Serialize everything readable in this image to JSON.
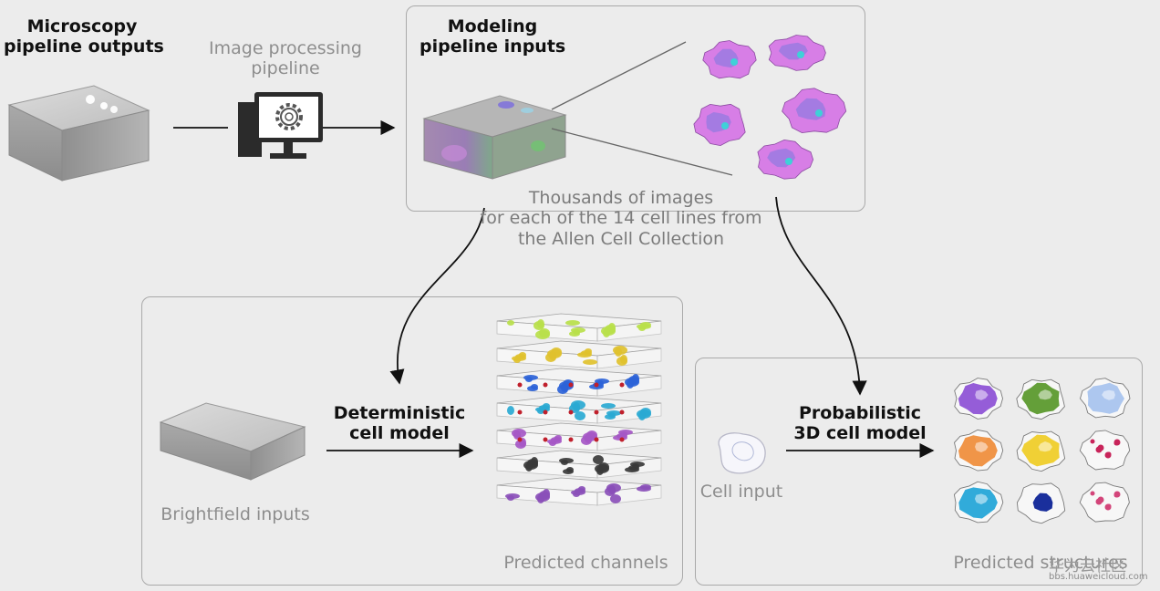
{
  "labels": {
    "microscopy_outputs": "Microscopy\npipeline outputs",
    "image_processing": "Image processing\npipeline",
    "modeling_inputs": "Modeling\npipeline inputs",
    "thousands": "Thousands of images\nfor each of the 14 cell lines from\nthe Allen Cell Collection",
    "deterministic": "Deterministic\ncell model",
    "brightfield": "Brightfield inputs",
    "predicted_channels": "Predicted channels",
    "probabilistic": "Probabilistic\n3D cell model",
    "cell_input": "Cell input",
    "predicted_structures": "Predicted structures"
  },
  "watermark": {
    "line1": "华为云社区",
    "line2": "bbs.huaweicloud.com"
  },
  "colors": {
    "cell_membrane": "#d77ee6",
    "nucleus": "#9b7ae0",
    "structure_cyan": "#3fd0d8",
    "layer_colors": [
      "#b8e04a",
      "#e0c12e",
      "#2d63d8",
      "#2aa9d2",
      "#a557c6",
      "#3a3a3a",
      "#8a4fb8"
    ],
    "structure_colors": [
      "#8f54d6",
      "#5c9a2e",
      "#a9c4ee",
      "#ef8f3e",
      "#efcd2a",
      "#c8245a",
      "#26a6d8",
      "#1a2f9c",
      "#d3457a"
    ]
  },
  "icons": [
    "computer-icon",
    "gear-icon",
    "arrow-icon"
  ]
}
